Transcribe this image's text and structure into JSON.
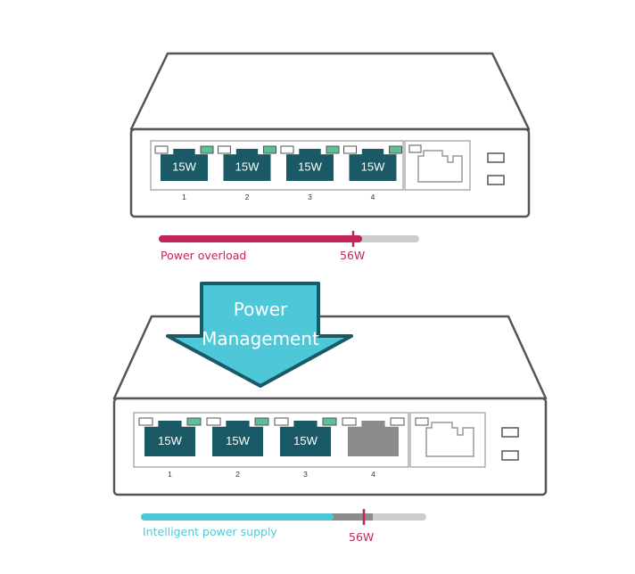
{
  "diagram": {
    "colors": {
      "outline": "#555555",
      "port_active": "#1a5966",
      "port_inactive": "#8c8c8c",
      "led_green": "#5cbf97",
      "overload": "#c2255c",
      "intelligent": "#4ec8d8",
      "track": "#cccccc",
      "reserved": "#8c8c8c",
      "arrow_fill": "#4ec8d8",
      "arrow_stroke": "#1a5966"
    },
    "top_switch": {
      "ports": [
        {
          "number": "1",
          "power": "15W"
        },
        {
          "number": "2",
          "power": "15W"
        },
        {
          "number": "3",
          "power": "15W"
        },
        {
          "number": "4",
          "power": "15W"
        }
      ],
      "bar": {
        "label": "Power overload",
        "limit": "56W",
        "fill_fraction": 1.0
      }
    },
    "arrow": {
      "line1": "Power",
      "line2": "Management"
    },
    "bottom_switch": {
      "ports": [
        {
          "number": "1",
          "power": "15W",
          "active": true
        },
        {
          "number": "2",
          "power": "15W",
          "active": true
        },
        {
          "number": "3",
          "power": "15W",
          "active": true
        },
        {
          "number": "4",
          "power": "",
          "active": false
        }
      ],
      "bar": {
        "label": "Intelligent power supply",
        "limit": "56W"
      }
    }
  }
}
